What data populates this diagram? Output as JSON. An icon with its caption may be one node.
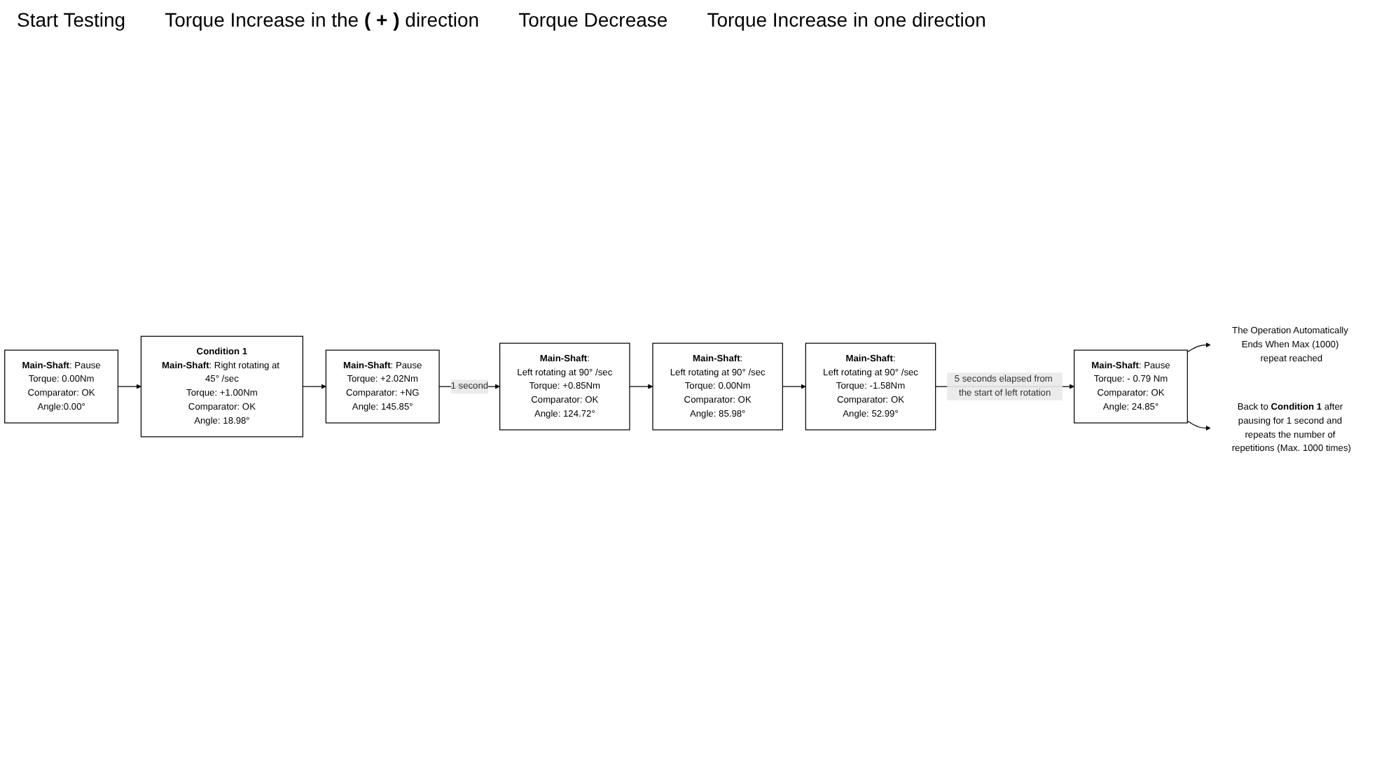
{
  "diagram": {
    "nodes": [
      {
        "text": [
          "**Main-Shaft**: Pause",
          "Torque: 0.00Nm",
          "Comparator: OK",
          "Angle:0.00°"
        ]
      },
      {
        "text": [
          "**Condition 1**",
          "**Main-Shaft**: Right rotating at 45° /sec",
          "Torque: +1.00Nm",
          "Comparator: OK",
          "Angle: 18.98°"
        ]
      },
      {
        "text": [
          "**Main-Shaft**: Pause",
          "Torque: +2.02Nm",
          "Comparator: +NG",
          "Angle: 145.85°"
        ]
      },
      {
        "text": [
          "**Main-Shaft**:",
          "Left rotating at 90° /sec",
          "Torque: -1.58Nm",
          "Comparator: OK",
          "Angle: 52.99°"
        ]
      },
      {
        "text": [
          "**Main-Shaft**:",
          "Left rotating at 90° /sec",
          "Torque: 0.00Nm",
          "Comparator: OK",
          "Angle: 85.98°"
        ]
      },
      {
        "text": [
          "**Main-Shaft**:",
          "Left rotating at 90° /sec",
          "Torque: +0.85Nm",
          "Comparator: OK",
          "Angle: 124.72°"
        ]
      },
      {
        "text": [
          "**Main-Shaft**: Pause",
          "Torque: - 0.79 Nm",
          "Comparator: OK",
          "Angle: 24.85°"
        ]
      },
      {
        "text": [
          "The Operation Automatically Ends When Max (1000) repeat reached"
        ]
      },
      {
        "text": [
          "Back to **Condition 1** after pausing for 1 second and repeats the number of repetitions (Max. 1000 times)"
        ]
      }
    ],
    "edges": [
      {
        "from": 0,
        "to": 1,
        "arrow": "to"
      },
      {
        "from": 1,
        "to": 2,
        "arrow": "to"
      },
      {
        "from": 2,
        "to": 5,
        "arrow": "to",
        "label": "1 second"
      },
      {
        "from": 5,
        "to": 4,
        "arrow": "to"
      },
      {
        "from": 4,
        "to": 3,
        "arrow": "to"
      },
      {
        "from": 3,
        "to": 6,
        "arrow": "to",
        "label": "5 seconds elapsed from the start of left rotation"
      },
      {
        "from": 6,
        "to": 7,
        "arrow": "to"
      },
      {
        "from": 6,
        "to": 8,
        "arrow": "to"
      }
    ],
    "labels": [
      "Start Testing",
      "Torque Increase in the **( + )** direction",
      "Torque Decrease",
      "Torque Increase in one direction"
    ]
  }
}
